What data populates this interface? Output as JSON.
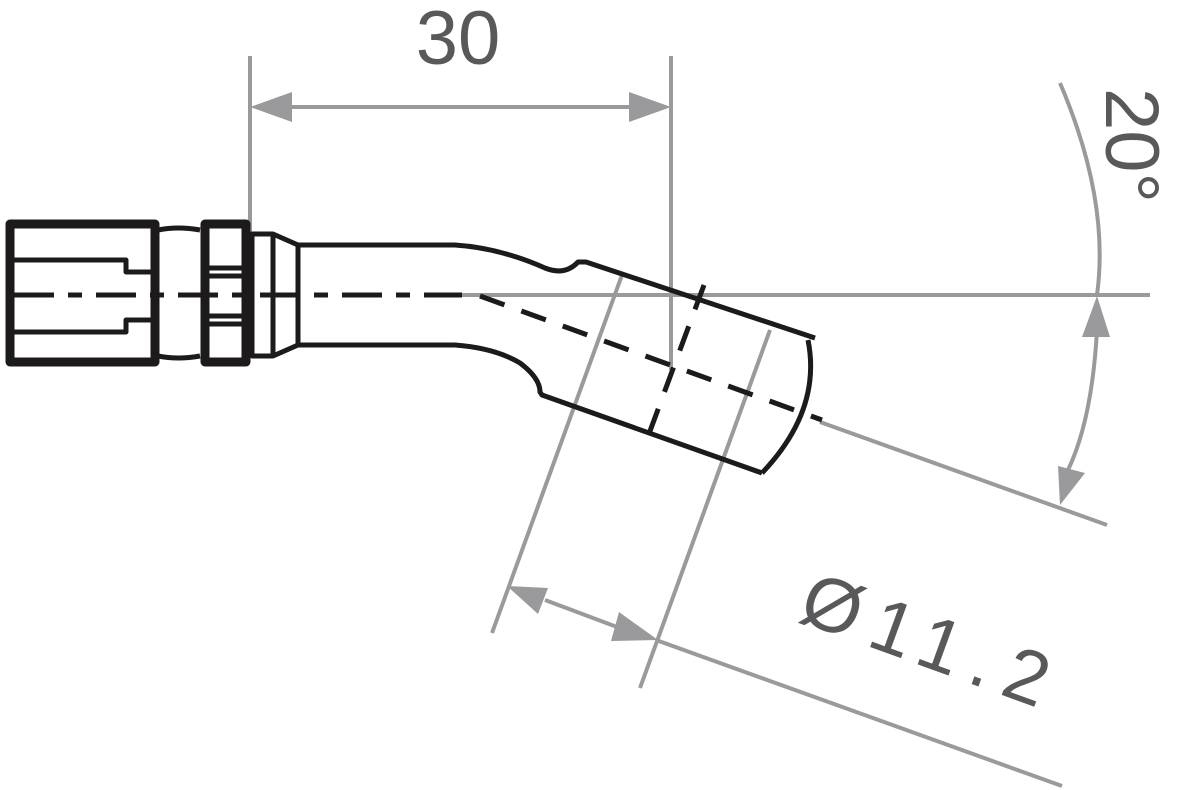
{
  "drawing": {
    "subject": "banjo fitting with 20 degree bent tube",
    "dimensions": {
      "length": {
        "value": "30",
        "label": "30"
      },
      "angle": {
        "value": "20°",
        "label": "20°"
      },
      "diameter": {
        "value": "Ø11.2",
        "label": "Ø11.2"
      }
    },
    "colors": {
      "part_outline": "#1c1a1a",
      "dimension_lines": "#9a9a9c",
      "dimension_text": "#58595b",
      "background": "#ffffff"
    }
  }
}
